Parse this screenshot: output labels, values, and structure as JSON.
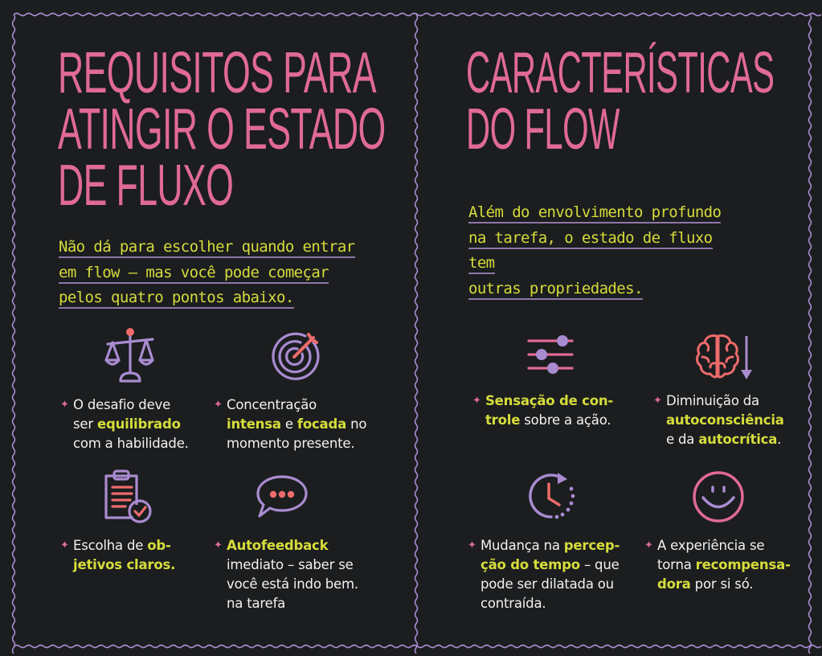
{
  "colors": {
    "background": "#1b1d1f",
    "title_pink": "#e06a95",
    "accent_yellow": "#d6dc3b",
    "icon_purple": "#a98bd0",
    "icon_coral": "#ee6b6b",
    "border_lilac": "#a98bd0",
    "body_text": "#f2f2f2"
  },
  "left": {
    "title": "REQUISITOS PARA\nATINGIR O ESTADO\nDE FLUXO",
    "intro_lines": [
      "Não dá para escolher quando entrar",
      "em flow – mas você pode começar",
      "pelos quatro pontos abaixo."
    ],
    "items": [
      {
        "icon": "balance-scale-icon",
        "parts": [
          {
            "t": "O desafio deve ser ",
            "hl": false
          },
          {
            "t": "equilibrado",
            "hl": true
          },
          {
            "t": " com a habilidade.",
            "hl": false
          }
        ],
        "lines": [
          "O desafio deve",
          "ser |equilibrado|",
          "com a habilidade."
        ]
      },
      {
        "icon": "target-arrow-icon",
        "lines": [
          "Concentração",
          "|intensa| e |focada| no",
          "momento presente."
        ]
      },
      {
        "icon": "clipboard-check-icon",
        "lines": [
          "Escolha de |ob-|",
          "|jetivos claros.|"
        ]
      },
      {
        "icon": "speech-bubble-icon",
        "lines": [
          "|Autofeedback|",
          "imediato – saber se",
          "você está indo bem.",
          "na tarefa"
        ]
      }
    ]
  },
  "right": {
    "title": "CARACTERÍSTICAS\nDO FLOW",
    "intro_lines": [
      "Além do envolvimento profundo",
      "na tarefa, o estado de fluxo tem",
      "outras propriedades."
    ],
    "items": [
      {
        "icon": "sliders-icon",
        "lines": [
          "|Sensação de con-|",
          "|trole| sobre a ação."
        ]
      },
      {
        "icon": "brain-down-arrow-icon",
        "lines": [
          "Diminuição da",
          "|autoconsciência|",
          "e da |autocrítica|."
        ]
      },
      {
        "icon": "clock-rotate-icon",
        "lines": [
          "Mudança na |percep-|",
          "|ção do tempo| – que",
          "pode ser dilatada ou",
          "contraída."
        ]
      },
      {
        "icon": "smiley-face-icon",
        "lines": [
          "A experiência se",
          "torna |recompensa-|",
          "|dora| por si só."
        ]
      }
    ]
  },
  "bullet_glyph": "✦"
}
